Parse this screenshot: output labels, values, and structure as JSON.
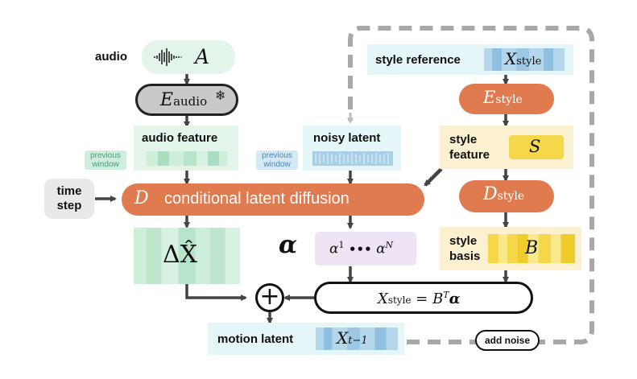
{
  "audio_label": "audio",
  "audio_symbol": "A",
  "audio_encoder": {
    "main": "E",
    "sub": "audio",
    "icon": "❄"
  },
  "audio_feature_label": "audio feature",
  "previous_window_left": [
    "previous",
    "window"
  ],
  "noisy_latent_label": "noisy latent",
  "previous_window_mid": [
    "previous",
    "window"
  ],
  "time_step_label": [
    "time",
    "step"
  ],
  "diffusion": {
    "symbol": "D",
    "label": "conditional latent diffusion"
  },
  "delta_x": "ΔX̂",
  "alpha": {
    "bold": "α",
    "seq_first": "α",
    "seq_first_sup": "1",
    "dots": "•••",
    "seq_last": "α",
    "seq_last_sup": "N"
  },
  "style_reference": {
    "label": "style reference",
    "symbol": "X",
    "sub": "style"
  },
  "style_encoder": {
    "main": "E",
    "sub": "style"
  },
  "style_feature": {
    "label": [
      "style",
      "feature"
    ],
    "symbol": "S"
  },
  "style_decoder": {
    "main": "D",
    "sub": "style"
  },
  "style_basis": {
    "label": [
      "style",
      "basis"
    ],
    "symbol": "B"
  },
  "equation": {
    "lhs": "X",
    "lhs_sub": "style",
    "eq": " = ",
    "b": "B",
    "sup": "T",
    "alpha": "α"
  },
  "plus_symbol": "+",
  "motion_latent": {
    "label": "motion latent",
    "symbol": "X",
    "sub": "t−1"
  },
  "add_noise_label": "add noise",
  "colors": {
    "orange": "#e07a4f",
    "green_light": "#e3f5ea",
    "green_mid": "#bfe6cc",
    "cyan_light": "#e4f6f8",
    "blue_mid": "#a9cfe6",
    "yellow_light": "#fbf1d0",
    "yellow": "#f5d84a",
    "purple_light": "#efe4f5",
    "gray": "#e9e9e9",
    "arrow": "#444444"
  }
}
